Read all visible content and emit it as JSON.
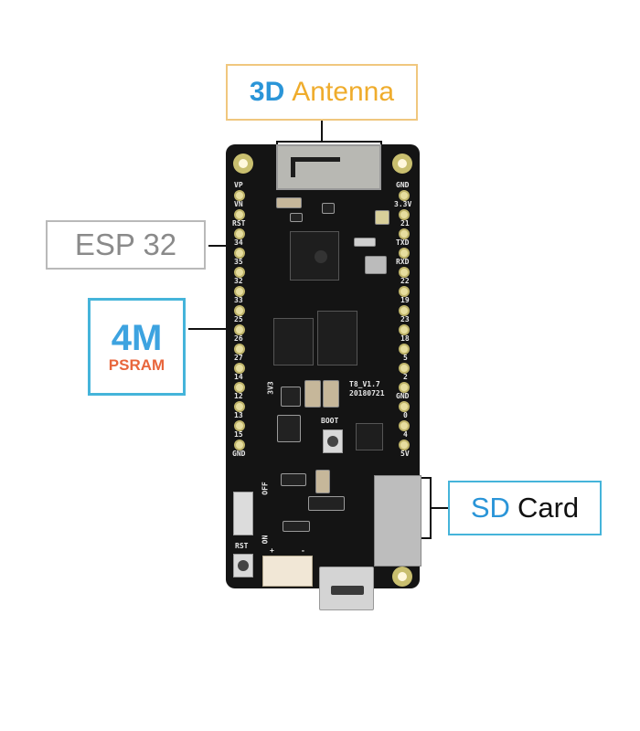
{
  "callouts": {
    "antenna": {
      "part1": "3D",
      "part2": "Antenna",
      "color1": "#2a95d8",
      "color2": "#efac2c",
      "border": "#f0c77e"
    },
    "esp32": {
      "label": "ESP 32",
      "color": "#8a8a8a",
      "border": "#b9b9b9"
    },
    "psram": {
      "size": "4M",
      "label": "PSRAM",
      "size_color": "#3da3e0",
      "label_color": "#e8663c",
      "border": "#45b4da"
    },
    "sd_card": {
      "part1": "SD",
      "part2": "Card",
      "color1": "#2a95d8",
      "color2": "#111111",
      "border": "#45b4da"
    }
  },
  "board": {
    "left_pins": [
      "VP",
      "VN",
      "RST",
      "34",
      "35",
      "32",
      "33",
      "25",
      "26",
      "27",
      "14",
      "12",
      "13",
      "15",
      "GND"
    ],
    "right_pins": [
      "GND",
      "3.3V",
      "21",
      "TXD",
      "RXD",
      "22",
      "19",
      "23",
      "18",
      "5",
      "2",
      "GND",
      "0",
      "4",
      "5V"
    ],
    "version": "T8_V1.7",
    "date": "20180721",
    "silk_boot": "BOOT",
    "silk_rst": "RST",
    "silk_3v3": "3V3",
    "silk_on": "ON",
    "silk_off": "OFF",
    "silk_plus": "+",
    "silk_minus": "-"
  }
}
